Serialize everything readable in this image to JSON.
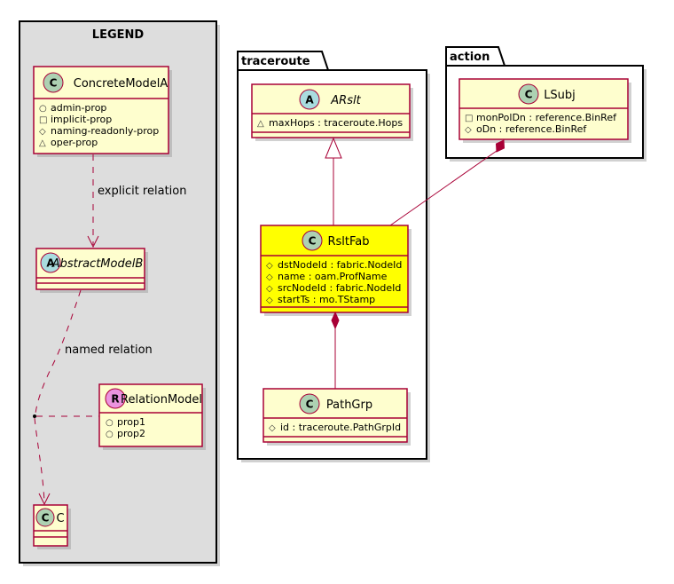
{
  "legend": {
    "title": "LEGEND",
    "concrete": {
      "name": "ConcreteModelA",
      "badge": "C",
      "props": [
        {
          "sym": "○",
          "text": "admin-prop"
        },
        {
          "sym": "□",
          "text": "implicit-prop"
        },
        {
          "sym": "◇",
          "text": "naming-readonly-prop"
        },
        {
          "sym": "△",
          "text": "oper-prop"
        }
      ]
    },
    "explicit_label": "explicit relation",
    "abstract": {
      "name": "AbstractModelB",
      "badge": "A"
    },
    "named_label": "named relation",
    "relation": {
      "name": "RelationModel",
      "badge": "R",
      "props": [
        {
          "sym": "○",
          "text": "prop1"
        },
        {
          "sym": "○",
          "text": "prop2"
        }
      ]
    },
    "c": {
      "name": "C",
      "badge": "C"
    }
  },
  "traceroute": {
    "package": "traceroute",
    "arslt": {
      "name": "ARslt",
      "badge": "A",
      "props": [
        {
          "sym": "△",
          "text": "maxHops : traceroute.Hops"
        }
      ]
    },
    "rsltfab": {
      "name": "RsltFab",
      "badge": "C",
      "props": [
        {
          "sym": "◇",
          "text": "dstNodeId : fabric.NodeId"
        },
        {
          "sym": "◇",
          "text": "name : oam.ProfName"
        },
        {
          "sym": "◇",
          "text": "srcNodeId : fabric.NodeId"
        },
        {
          "sym": "◇",
          "text": "startTs : mo.TStamp"
        }
      ]
    },
    "pathgrp": {
      "name": "PathGrp",
      "badge": "C",
      "props": [
        {
          "sym": "◇",
          "text": "id : traceroute.PathGrpId"
        }
      ]
    }
  },
  "action": {
    "package": "action",
    "lsubj": {
      "name": "LSubj",
      "badge": "C",
      "props": [
        {
          "sym": "□",
          "text": "monPolDn : reference.BinRef"
        },
        {
          "sym": "◇",
          "text": "oDn : reference.BinRef"
        }
      ]
    }
  },
  "colors": {
    "class_fill": "#FEFECE",
    "highlight_fill": "#FFFF00",
    "border": "#A80036",
    "badge_class": "#ADD1B2",
    "badge_abstract": "#A9DCDF",
    "badge_relation": "#EB93DF",
    "legend_bg": "#DDDDDD"
  }
}
